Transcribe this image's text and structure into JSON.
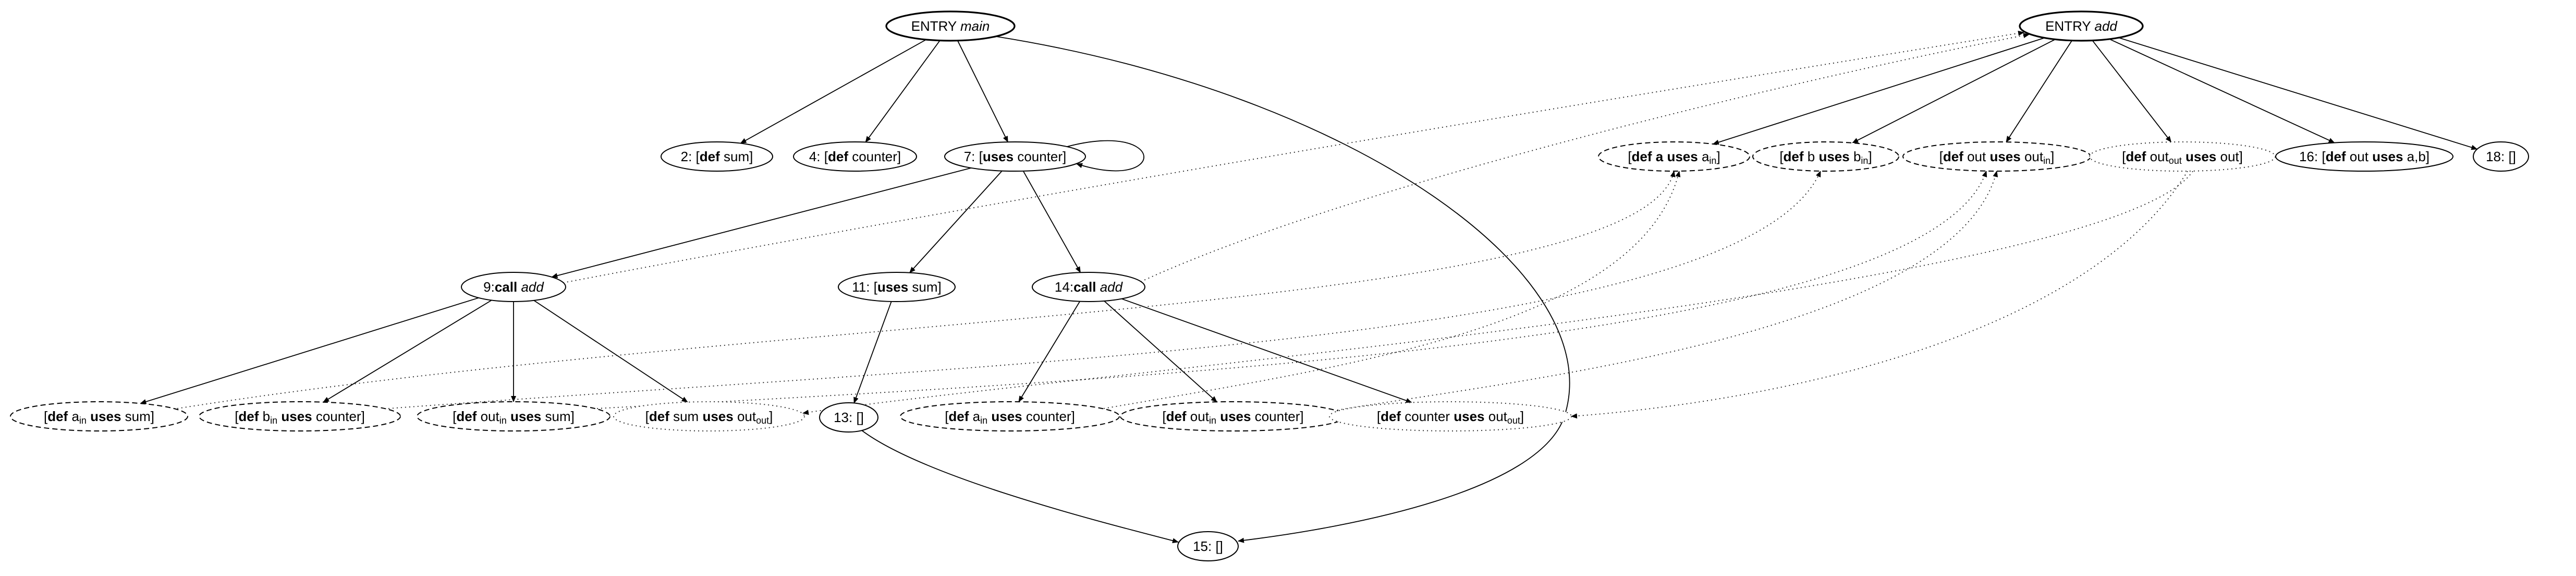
{
  "nodes": [
    {
      "id": "entry_main",
      "style": "bold",
      "parts": [
        {
          "t": "ENTRY "
        },
        {
          "t": "main",
          "i": true
        }
      ]
    },
    {
      "id": "n2",
      "style": "solid",
      "parts": [
        {
          "t": "2: ["
        },
        {
          "t": "def",
          "b": true
        },
        {
          "t": " sum]"
        }
      ]
    },
    {
      "id": "n4",
      "style": "solid",
      "parts": [
        {
          "t": "4: ["
        },
        {
          "t": "def",
          "b": true
        },
        {
          "t": " counter]"
        }
      ]
    },
    {
      "id": "n7",
      "style": "solid",
      "parts": [
        {
          "t": "7: ["
        },
        {
          "t": "uses",
          "b": true
        },
        {
          "t": " counter]"
        }
      ]
    },
    {
      "id": "n9",
      "style": "solid",
      "parts": [
        {
          "t": "9:"
        },
        {
          "t": "call",
          "b": true
        },
        {
          "t": " "
        },
        {
          "t": "add",
          "i": true
        }
      ]
    },
    {
      "id": "n11",
      "style": "solid",
      "parts": [
        {
          "t": "11: ["
        },
        {
          "t": "uses",
          "b": true
        },
        {
          "t": " sum]"
        }
      ]
    },
    {
      "id": "n14",
      "style": "solid",
      "parts": [
        {
          "t": "14:"
        },
        {
          "t": "call",
          "b": true
        },
        {
          "t": " "
        },
        {
          "t": "add",
          "i": true
        }
      ]
    },
    {
      "id": "n13",
      "style": "solid",
      "parts": [
        {
          "t": "13: []"
        }
      ]
    },
    {
      "id": "n15",
      "style": "solid",
      "parts": [
        {
          "t": "15: []"
        }
      ]
    },
    {
      "id": "c9_ain",
      "style": "dashed",
      "parts": [
        {
          "t": "["
        },
        {
          "t": "def",
          "b": true
        },
        {
          "t": " a"
        },
        {
          "t": "in",
          "sub": true
        },
        {
          "t": " "
        },
        {
          "t": "uses",
          "b": true
        },
        {
          "t": " sum]"
        }
      ]
    },
    {
      "id": "c9_bin",
      "style": "dashed",
      "parts": [
        {
          "t": "["
        },
        {
          "t": "def",
          "b": true
        },
        {
          "t": " b"
        },
        {
          "t": "in",
          "sub": true
        },
        {
          "t": " "
        },
        {
          "t": "uses",
          "b": true
        },
        {
          "t": " counter]"
        }
      ]
    },
    {
      "id": "c9_outin",
      "style": "dashed",
      "parts": [
        {
          "t": "["
        },
        {
          "t": "def",
          "b": true
        },
        {
          "t": " out"
        },
        {
          "t": "in",
          "sub": true
        },
        {
          "t": " "
        },
        {
          "t": "uses",
          "b": true
        },
        {
          "t": " sum]"
        }
      ]
    },
    {
      "id": "c9_sum",
      "style": "dotted",
      "parts": [
        {
          "t": "["
        },
        {
          "t": "def",
          "b": true
        },
        {
          "t": " sum "
        },
        {
          "t": "uses",
          "b": true
        },
        {
          "t": " out"
        },
        {
          "t": "out",
          "sub": true
        },
        {
          "t": "]"
        }
      ]
    },
    {
      "id": "c14_ain",
      "style": "dashed",
      "parts": [
        {
          "t": "["
        },
        {
          "t": "def",
          "b": true
        },
        {
          "t": " a"
        },
        {
          "t": "in",
          "sub": true
        },
        {
          "t": " "
        },
        {
          "t": "uses",
          "b": true
        },
        {
          "t": " counter]"
        }
      ]
    },
    {
      "id": "c14_outin",
      "style": "dashed",
      "parts": [
        {
          "t": "["
        },
        {
          "t": "def",
          "b": true
        },
        {
          "t": " out"
        },
        {
          "t": "in",
          "sub": true
        },
        {
          "t": " "
        },
        {
          "t": "uses",
          "b": true
        },
        {
          "t": " counter]"
        }
      ]
    },
    {
      "id": "c14_counter",
      "style": "dotted",
      "parts": [
        {
          "t": "["
        },
        {
          "t": "def",
          "b": true
        },
        {
          "t": " counter "
        },
        {
          "t": "uses",
          "b": true
        },
        {
          "t": " out"
        },
        {
          "t": "out",
          "sub": true
        },
        {
          "t": "]"
        }
      ]
    },
    {
      "id": "entry_add",
      "style": "bold",
      "parts": [
        {
          "t": "ENTRY "
        },
        {
          "t": "add",
          "i": true
        }
      ]
    },
    {
      "id": "a_ain",
      "style": "dashed",
      "parts": [
        {
          "t": "["
        },
        {
          "t": "def",
          "b": true
        },
        {
          "t": " a ",
          "b": true
        },
        {
          "t": "uses",
          "b": true
        },
        {
          "t": " a"
        },
        {
          "t": "in",
          "sub": true
        },
        {
          "t": "]"
        }
      ]
    },
    {
      "id": "a_bin",
      "style": "dashed",
      "parts": [
        {
          "t": "["
        },
        {
          "t": "def",
          "b": true
        },
        {
          "t": " b "
        },
        {
          "t": "uses",
          "b": true
        },
        {
          "t": " b"
        },
        {
          "t": "in",
          "sub": true
        },
        {
          "t": "]"
        }
      ]
    },
    {
      "id": "a_outin",
      "style": "dashed",
      "parts": [
        {
          "t": "["
        },
        {
          "t": "def",
          "b": true
        },
        {
          "t": " out "
        },
        {
          "t": "uses",
          "b": true
        },
        {
          "t": " out"
        },
        {
          "t": "in",
          "sub": true
        },
        {
          "t": "]"
        }
      ]
    },
    {
      "id": "a_outout",
      "style": "dotted",
      "parts": [
        {
          "t": "["
        },
        {
          "t": "def",
          "b": true
        },
        {
          "t": " out"
        },
        {
          "t": "out",
          "sub": true
        },
        {
          "t": " "
        },
        {
          "t": "uses",
          "b": true
        },
        {
          "t": " out]"
        }
      ]
    },
    {
      "id": "n16",
      "style": "solid",
      "parts": [
        {
          "t": "16: ["
        },
        {
          "t": "def",
          "b": true
        },
        {
          "t": " out "
        },
        {
          "t": "uses",
          "b": true
        },
        {
          "t": " a,b]"
        }
      ]
    },
    {
      "id": "n18",
      "style": "solid",
      "parts": [
        {
          "t": "18: []"
        }
      ]
    }
  ],
  "edges": [
    {
      "from": "entry_main",
      "to": "n2",
      "style": "solid"
    },
    {
      "from": "entry_main",
      "to": "n4",
      "style": "solid"
    },
    {
      "from": "entry_main",
      "to": "n7",
      "style": "solid"
    },
    {
      "from": "entry_main",
      "to": "n15",
      "style": "solid"
    },
    {
      "from": "n7",
      "to": "n7",
      "style": "solid"
    },
    {
      "from": "n7",
      "to": "n9",
      "style": "solid"
    },
    {
      "from": "n7",
      "to": "n11",
      "style": "solid"
    },
    {
      "from": "n7",
      "to": "n14",
      "style": "solid"
    },
    {
      "from": "n9",
      "to": "c9_ain",
      "style": "solid"
    },
    {
      "from": "n9",
      "to": "c9_bin",
      "style": "solid"
    },
    {
      "from": "n9",
      "to": "c9_outin",
      "style": "solid"
    },
    {
      "from": "n9",
      "to": "c9_sum",
      "style": "solid"
    },
    {
      "from": "n11",
      "to": "n13",
      "style": "solid"
    },
    {
      "from": "n13",
      "to": "n15",
      "style": "solid"
    },
    {
      "from": "n14",
      "to": "c14_ain",
      "style": "solid"
    },
    {
      "from": "n14",
      "to": "c14_outin",
      "style": "solid"
    },
    {
      "from": "n14",
      "to": "c14_counter",
      "style": "solid"
    },
    {
      "from": "entry_add",
      "to": "a_ain",
      "style": "solid"
    },
    {
      "from": "entry_add",
      "to": "a_bin",
      "style": "solid"
    },
    {
      "from": "entry_add",
      "to": "a_outin",
      "style": "solid"
    },
    {
      "from": "entry_add",
      "to": "a_outout",
      "style": "solid"
    },
    {
      "from": "entry_add",
      "to": "n16",
      "style": "solid"
    },
    {
      "from": "entry_add",
      "to": "n18",
      "style": "solid"
    },
    {
      "from": "n9",
      "to": "entry_add",
      "style": "dotted"
    },
    {
      "from": "n14",
      "to": "entry_add",
      "style": "dotted"
    },
    {
      "from": "c9_ain",
      "to": "a_ain",
      "style": "dotted"
    },
    {
      "from": "c14_ain",
      "to": "a_ain",
      "style": "dotted"
    },
    {
      "from": "c9_bin",
      "to": "a_bin",
      "style": "dotted"
    },
    {
      "from": "c9_outin",
      "to": "a_outin",
      "style": "dotted"
    },
    {
      "from": "c14_outin",
      "to": "a_outin",
      "style": "dotted"
    },
    {
      "from": "a_outout",
      "to": "c9_sum",
      "style": "dotted"
    },
    {
      "from": "a_outout",
      "to": "c14_counter",
      "style": "dotted"
    }
  ]
}
